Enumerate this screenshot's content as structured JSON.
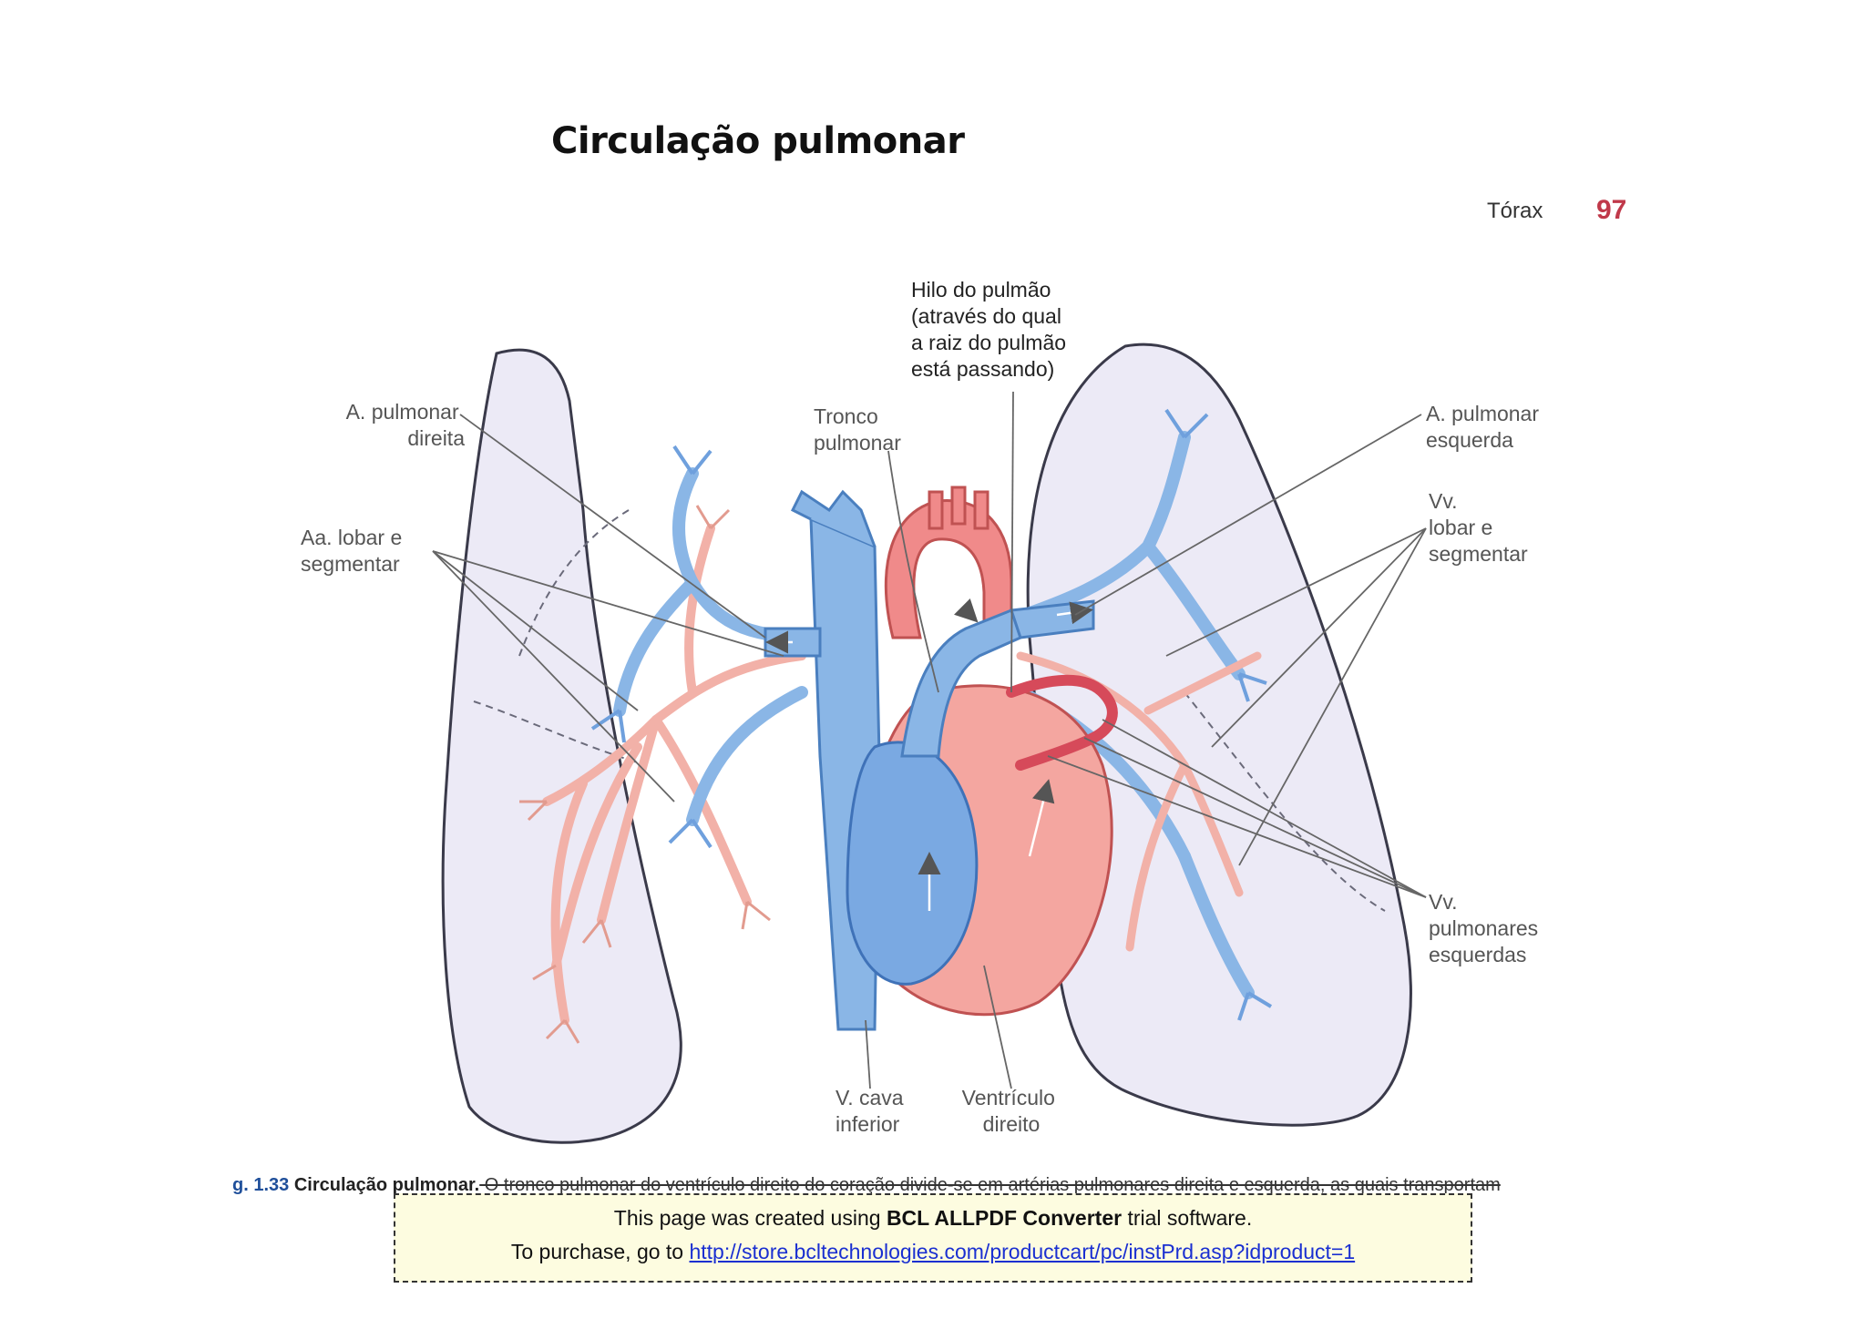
{
  "page": {
    "title": "Circulação pulmonar",
    "header_section": "Tórax",
    "header_page": "97"
  },
  "labels": {
    "hilo": [
      "Hilo do pulmão",
      "(através do qual",
      "a raiz do pulmão",
      "está passando)"
    ],
    "tronco": [
      "Tronco",
      "pulmonar"
    ],
    "a_pulm_dir": [
      "A. pulmonar",
      "direita"
    ],
    "aa_lobar": [
      "Aa. lobar e",
      "segmentar"
    ],
    "a_pulm_esq": [
      "A. pulmonar",
      "esquerda"
    ],
    "vv_lobar": [
      "Vv.",
      "lobar e",
      "segmentar"
    ],
    "vv_pulm": [
      "Vv.",
      "pulmonares",
      "esquerdas"
    ],
    "v_cava": [
      "V. cava",
      "inferior"
    ],
    "ventriculo": [
      "Ventrículo",
      "direito"
    ]
  },
  "caption": {
    "number": "g. 1.33",
    "bold": "Circulação pulmonar.",
    "text": " O tronco pulmonar do ventrículo direito do coração divide-se em artérias pulmonares direita e esquerda, as quais transportam"
  },
  "banner": {
    "line1_pre": "This page was created using ",
    "line1_bold": "BCL ALLPDF Converter",
    "line1_post": " trial software.",
    "line2_pre": "To purchase, go to ",
    "link": "http://store.bcltechnologies.com/productcart/pc/instPrd.asp?idproduct=1"
  },
  "colors": {
    "lung_fill": "#eceaf6",
    "artery_red": "#f08a8a",
    "pulm_artery_pink": "#f6c0b8",
    "vein_blue": "#8ab6e6",
    "vein_blue_dark": "#5f95d6",
    "banner_bg": "#fdfce0",
    "caption_number": "#1f4f9a",
    "page_number": "#c0394a"
  }
}
